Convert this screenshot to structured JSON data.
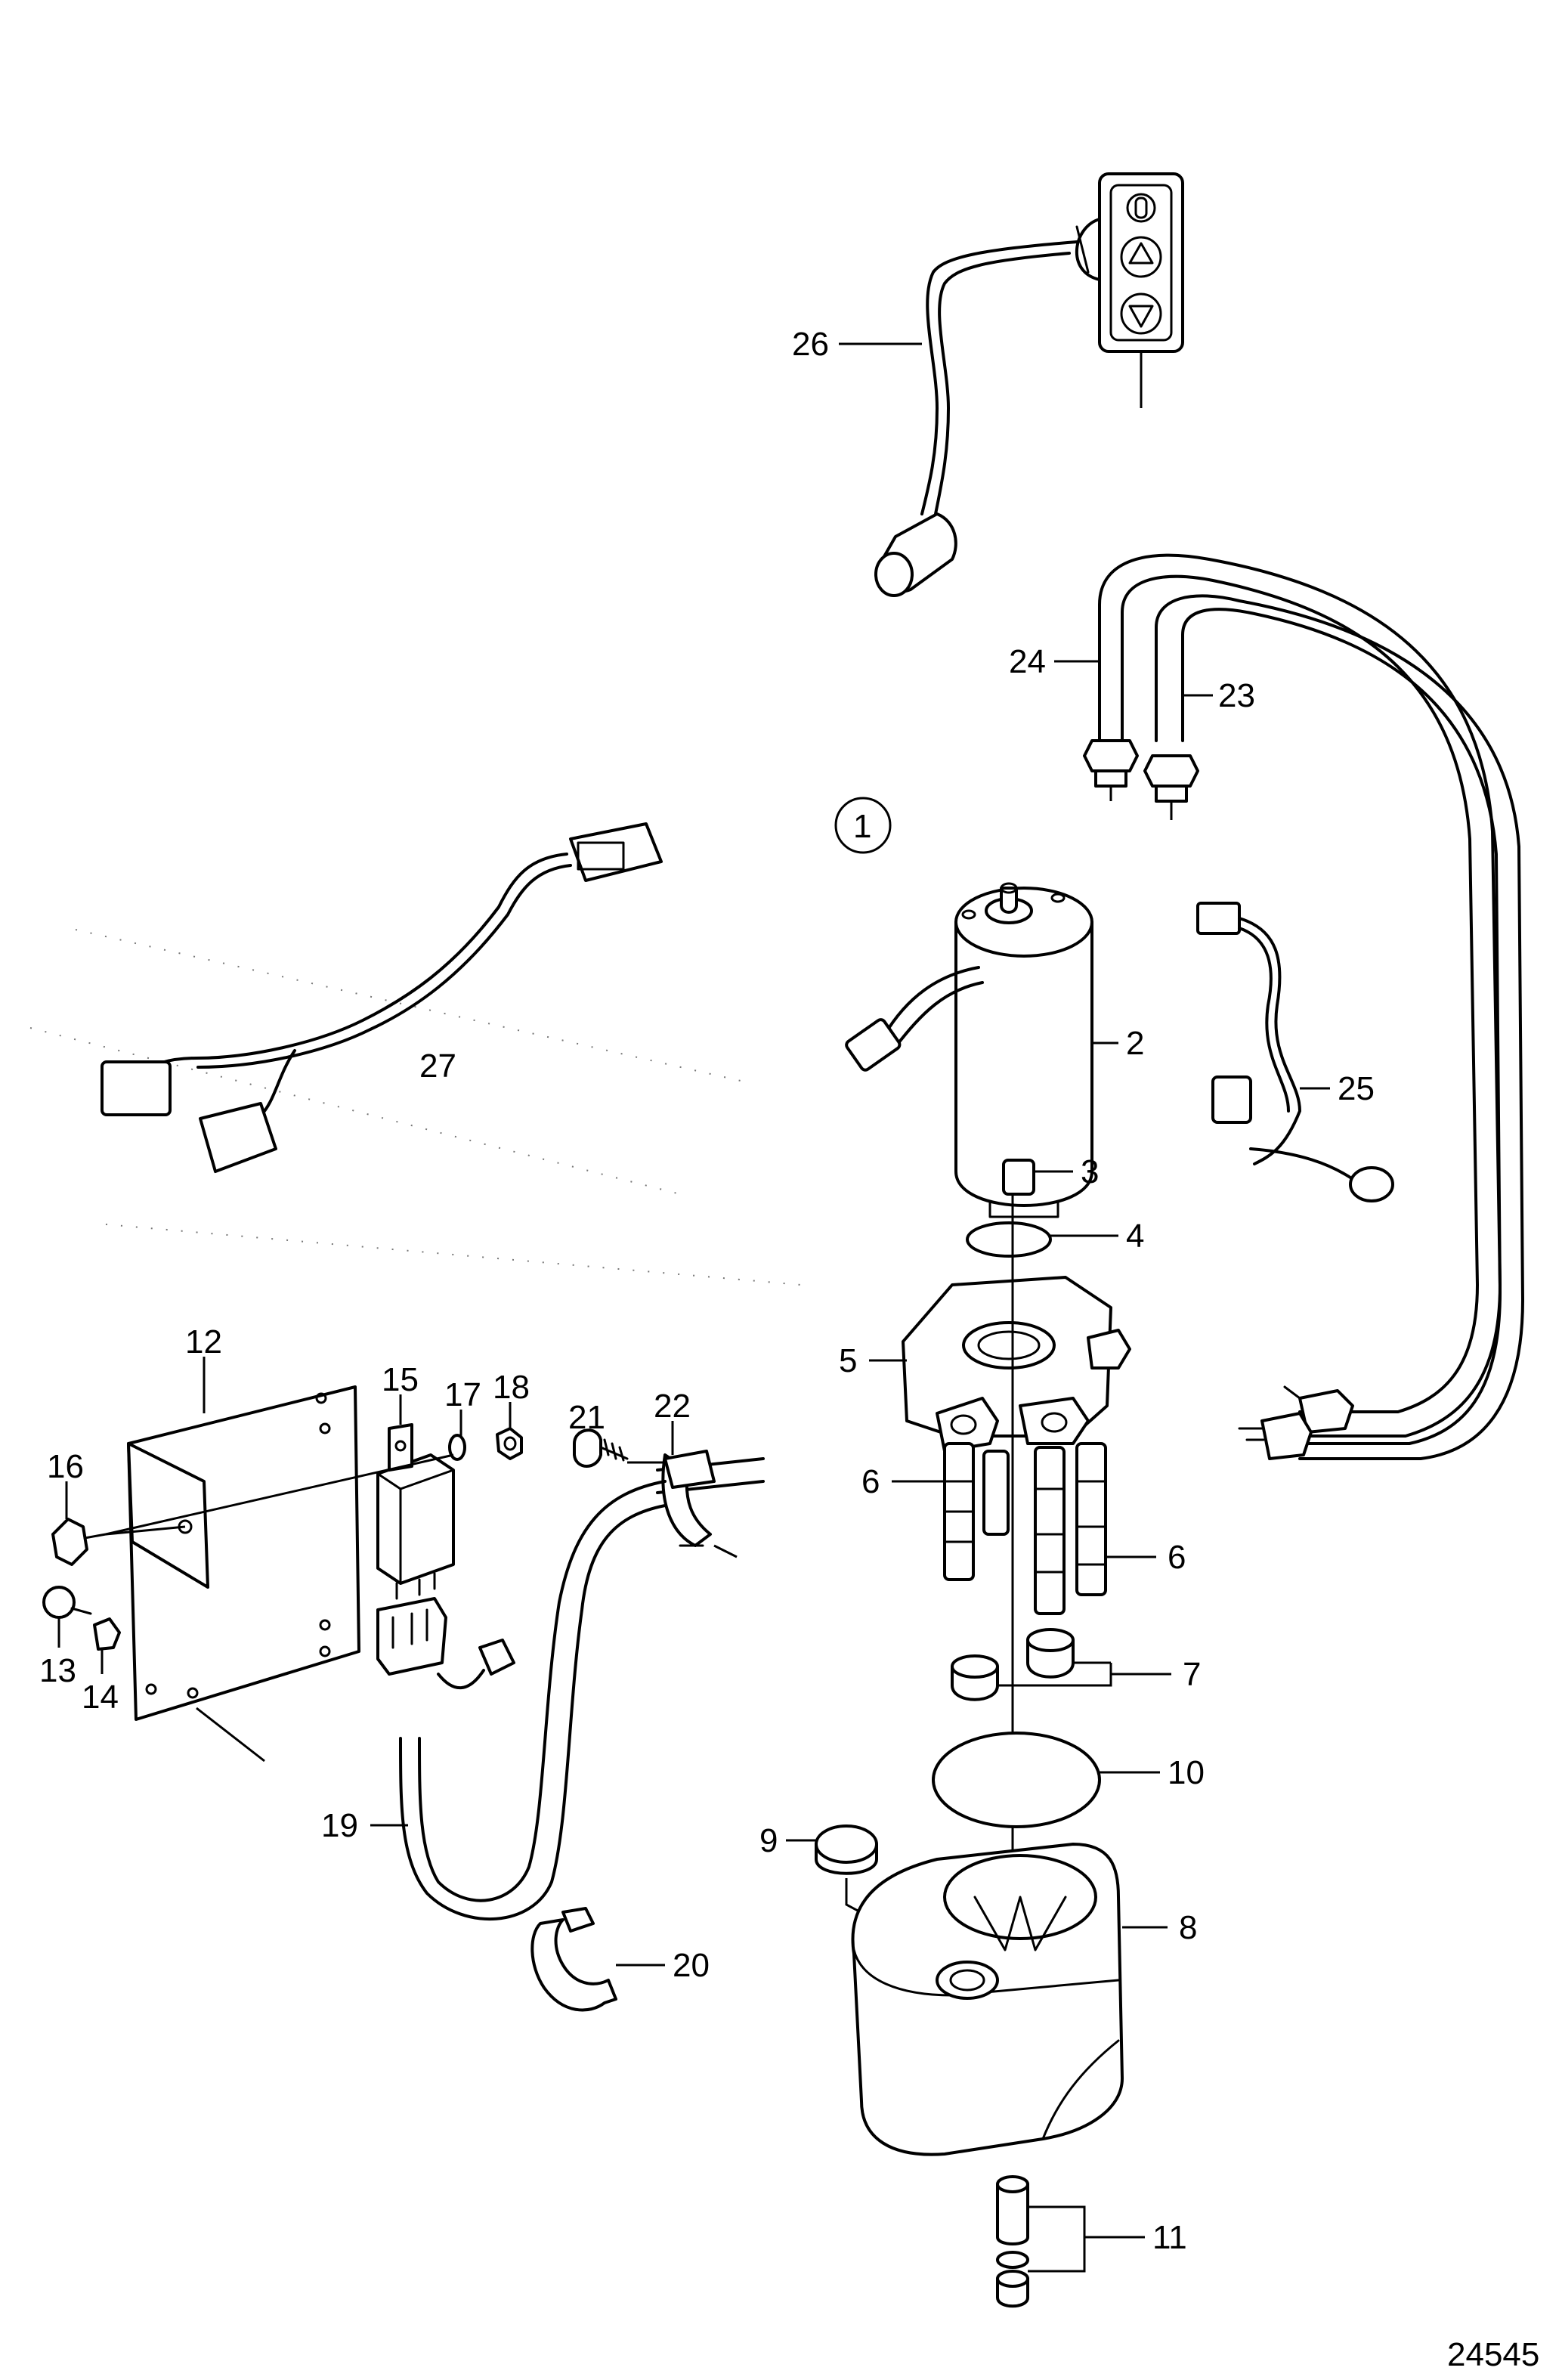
{
  "labels": {
    "l1": "1",
    "l2": "2",
    "l3": "3",
    "l4": "4",
    "l5": "5",
    "l6a": "6",
    "l6b": "6",
    "l7": "7",
    "l8": "8",
    "l9": "9",
    "l10": "10",
    "l11": "11",
    "l12": "12",
    "l13": "13",
    "l14": "14",
    "l15": "15",
    "l16": "16",
    "l17": "17",
    "l18": "18",
    "l19": "19",
    "l20": "20",
    "l21": "21",
    "l22": "22",
    "l23": "23",
    "l24": "24",
    "l25": "25",
    "l26": "26",
    "l27": "27"
  },
  "figure_number": "24545"
}
